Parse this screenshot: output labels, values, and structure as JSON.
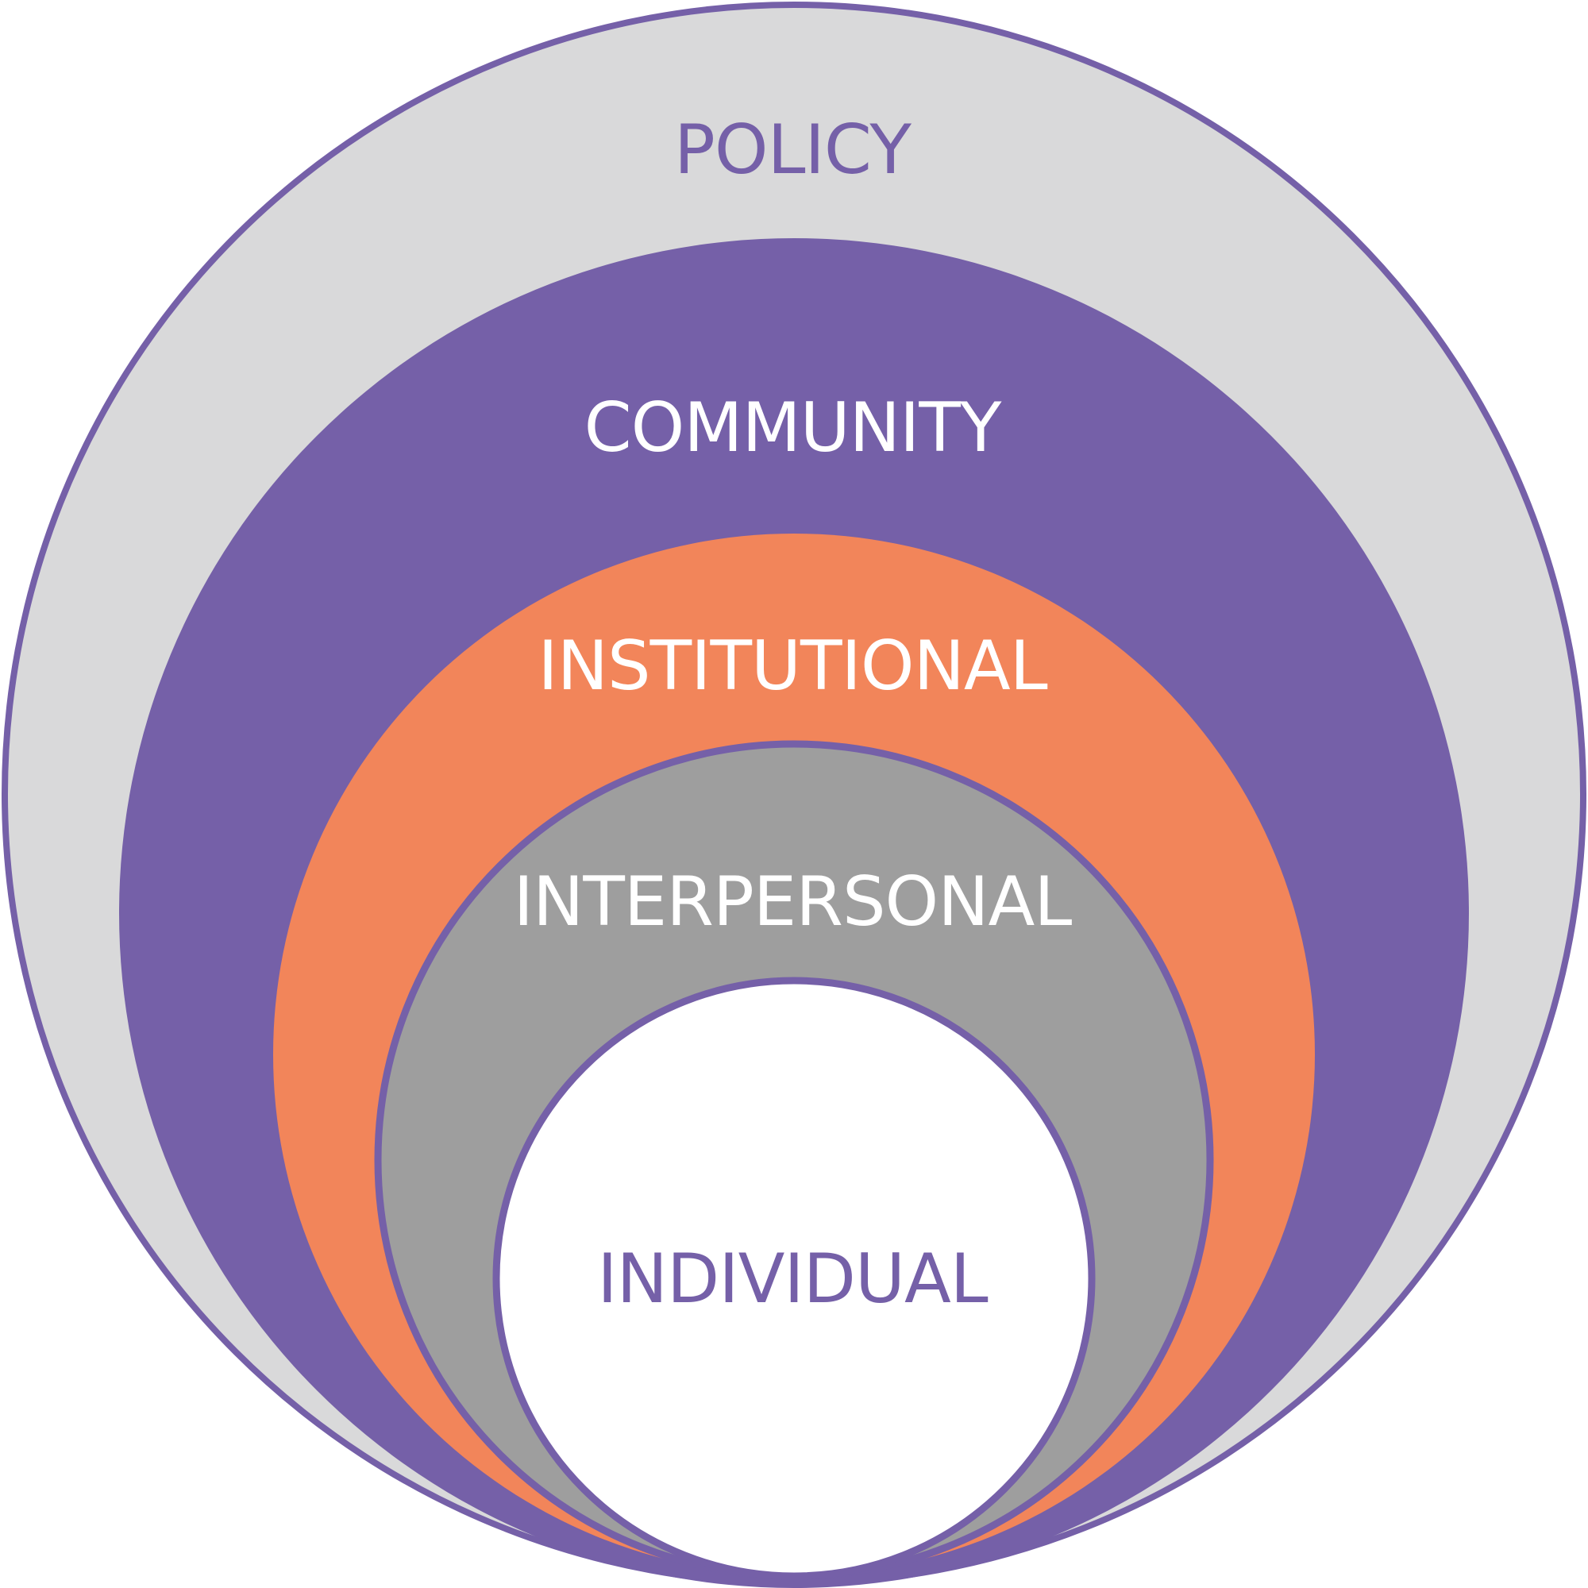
{
  "diagram": {
    "layers": [
      {
        "id": "policy",
        "label": "POLICY",
        "fill": "#d9d9da",
        "label_color": "#7560a8"
      },
      {
        "id": "community",
        "label": "COMMUNITY",
        "fill": "#7560a8",
        "label_color": "#ffffff"
      },
      {
        "id": "institutional",
        "label": "INSTITUTIONAL",
        "fill": "#f2855a",
        "label_color": "#ffffff"
      },
      {
        "id": "interpersonal",
        "label": "INTERPERSONAL",
        "fill": "#9e9e9e",
        "label_color": "#ffffff"
      },
      {
        "id": "individual",
        "label": "INDIVIDUAL",
        "fill": "#ffffff",
        "label_color": "#7560a8"
      }
    ],
    "stroke_color": "#7560a8"
  }
}
